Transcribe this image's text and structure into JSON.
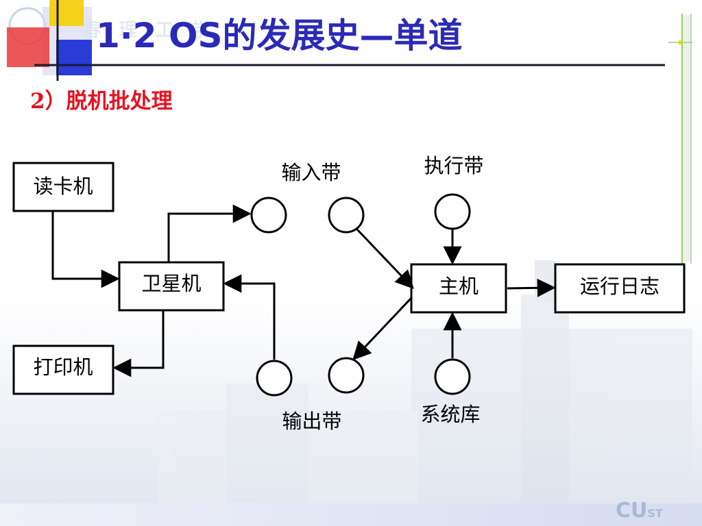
{
  "slide": {
    "title": "1·2 OS的发展史—单道",
    "subtitle": "2）脱机批处理",
    "watermark": "春 理 工 学",
    "brand_main": "CU",
    "brand_sub": "ST",
    "colors": {
      "title": "#2a2ab8",
      "subtitle": "#e8101e",
      "deco_yellow": "#f4d21a",
      "deco_red": "#e8383c",
      "deco_blue": "#2a3bd6"
    }
  },
  "diagram": {
    "nodes": {
      "card_reader": "读卡机",
      "satellite": "卫星机",
      "printer": "打印机",
      "host": "主机",
      "run_log": "运行日志"
    },
    "tapes": {
      "input_tape": "输入带",
      "exec_tape": "执行带",
      "output_tape": "输出带",
      "system_lib": "系统库"
    }
  }
}
